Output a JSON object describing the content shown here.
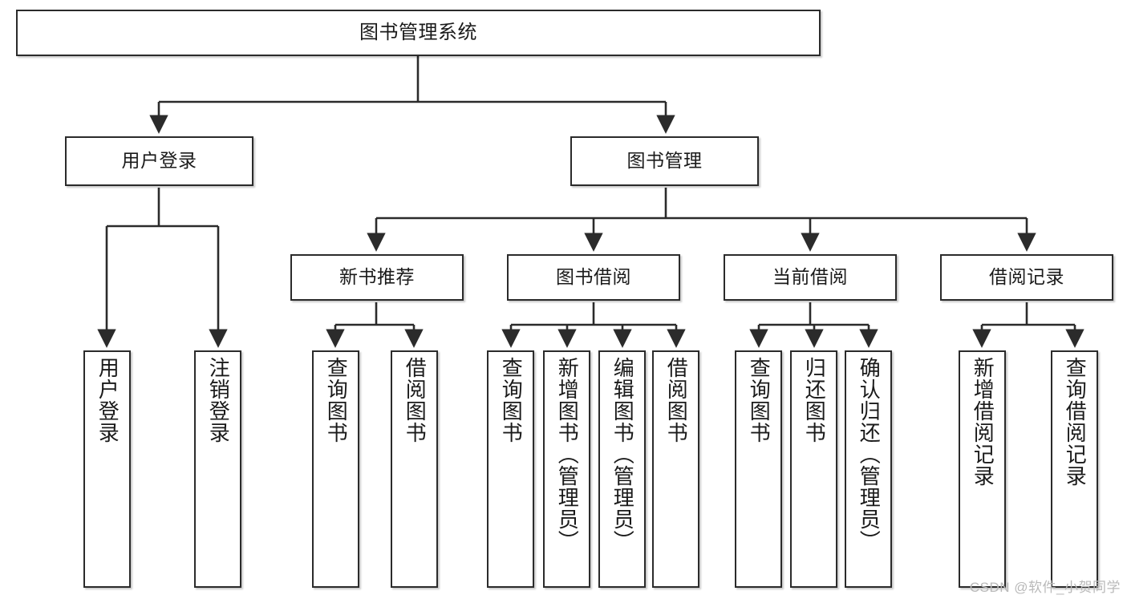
{
  "diagram": {
    "title": "图书管理系统",
    "type": "tree",
    "watermark": "CSDN @软件_小贺同学",
    "colors": {
      "node_border": "#2b2b2b",
      "node_fill": "#ffffff",
      "edge": "#2b2b2b",
      "text": "#1a1a1a",
      "watermark": "#b9b9b9"
    },
    "nodes": {
      "root": {
        "label": "图书管理系统"
      },
      "level2": [
        {
          "id": "user-login",
          "label": "用户登录"
        },
        {
          "id": "book-management",
          "label": "图书管理"
        }
      ],
      "level3": [
        {
          "id": "new-book-recommend",
          "label": "新书推荐"
        },
        {
          "id": "book-borrow",
          "label": "图书借阅"
        },
        {
          "id": "current-borrow",
          "label": "当前借阅"
        },
        {
          "id": "borrow-record",
          "label": "借阅记录"
        }
      ],
      "leaves": {
        "user_login": [
          {
            "id": "leaf-user-login",
            "label": "用户登录"
          },
          {
            "id": "leaf-logout-login",
            "label": "注销登录"
          }
        ],
        "new_book_recommend": [
          {
            "id": "leaf-query-book-1",
            "label": "查询图书"
          },
          {
            "id": "leaf-borrow-book-1",
            "label": "借阅图书"
          }
        ],
        "book_borrow": [
          {
            "id": "leaf-query-book-2",
            "label": "查询图书"
          },
          {
            "id": "leaf-add-book",
            "label": "新增图书（管理员）"
          },
          {
            "id": "leaf-edit-book",
            "label": "编辑图书（管理员）"
          },
          {
            "id": "leaf-borrow-book-2",
            "label": "借阅图书"
          }
        ],
        "current_borrow": [
          {
            "id": "leaf-query-book-3",
            "label": "查询图书"
          },
          {
            "id": "leaf-return-book",
            "label": "归还图书"
          },
          {
            "id": "leaf-confirm-return",
            "label": "确认归还（管理员）"
          }
        ],
        "borrow_record": [
          {
            "id": "leaf-add-record",
            "label": "新增借阅记录"
          },
          {
            "id": "leaf-query-record",
            "label": "查询借阅记录"
          }
        ]
      }
    },
    "edges": [
      {
        "from": "图书管理系统",
        "to": "用户登录"
      },
      {
        "from": "图书管理系统",
        "to": "图书管理"
      },
      {
        "from": "用户登录",
        "to": "用户登录"
      },
      {
        "from": "用户登录",
        "to": "注销登录"
      },
      {
        "from": "图书管理",
        "to": "新书推荐"
      },
      {
        "from": "图书管理",
        "to": "图书借阅"
      },
      {
        "from": "图书管理",
        "to": "当前借阅"
      },
      {
        "from": "图书管理",
        "to": "借阅记录"
      },
      {
        "from": "新书推荐",
        "to": "查询图书"
      },
      {
        "from": "新书推荐",
        "to": "借阅图书"
      },
      {
        "from": "图书借阅",
        "to": "查询图书"
      },
      {
        "from": "图书借阅",
        "to": "新增图书（管理员）"
      },
      {
        "from": "图书借阅",
        "to": "编辑图书（管理员）"
      },
      {
        "from": "图书借阅",
        "to": "借阅图书"
      },
      {
        "from": "当前借阅",
        "to": "查询图书"
      },
      {
        "from": "当前借阅",
        "to": "归还图书"
      },
      {
        "from": "当前借阅",
        "to": "确认归还（管理员）"
      },
      {
        "from": "借阅记录",
        "to": "新增借阅记录"
      },
      {
        "from": "借阅记录",
        "to": "查询借阅记录"
      }
    ]
  }
}
